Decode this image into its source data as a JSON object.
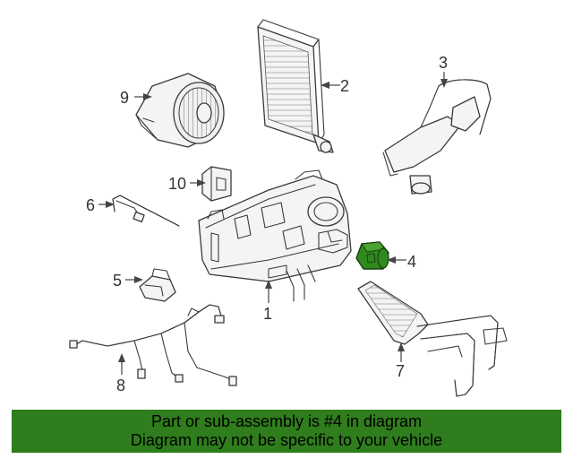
{
  "diagram": {
    "callouts": [
      {
        "id": "1",
        "label": "1"
      },
      {
        "id": "2",
        "label": "2"
      },
      {
        "id": "3",
        "label": "3"
      },
      {
        "id": "4",
        "label": "4"
      },
      {
        "id": "5",
        "label": "5"
      },
      {
        "id": "6",
        "label": "6"
      },
      {
        "id": "7",
        "label": "7"
      },
      {
        "id": "8",
        "label": "8"
      },
      {
        "id": "9",
        "label": "9"
      },
      {
        "id": "10",
        "label": "10"
      }
    ],
    "highlight_part": "4",
    "highlight_color": "#2f8a1e"
  },
  "banner": {
    "line1": "Part or sub-assembly is #4 in diagram",
    "line2": "Diagram may not be specific to your vehicle",
    "background": "#2f7d1c"
  }
}
